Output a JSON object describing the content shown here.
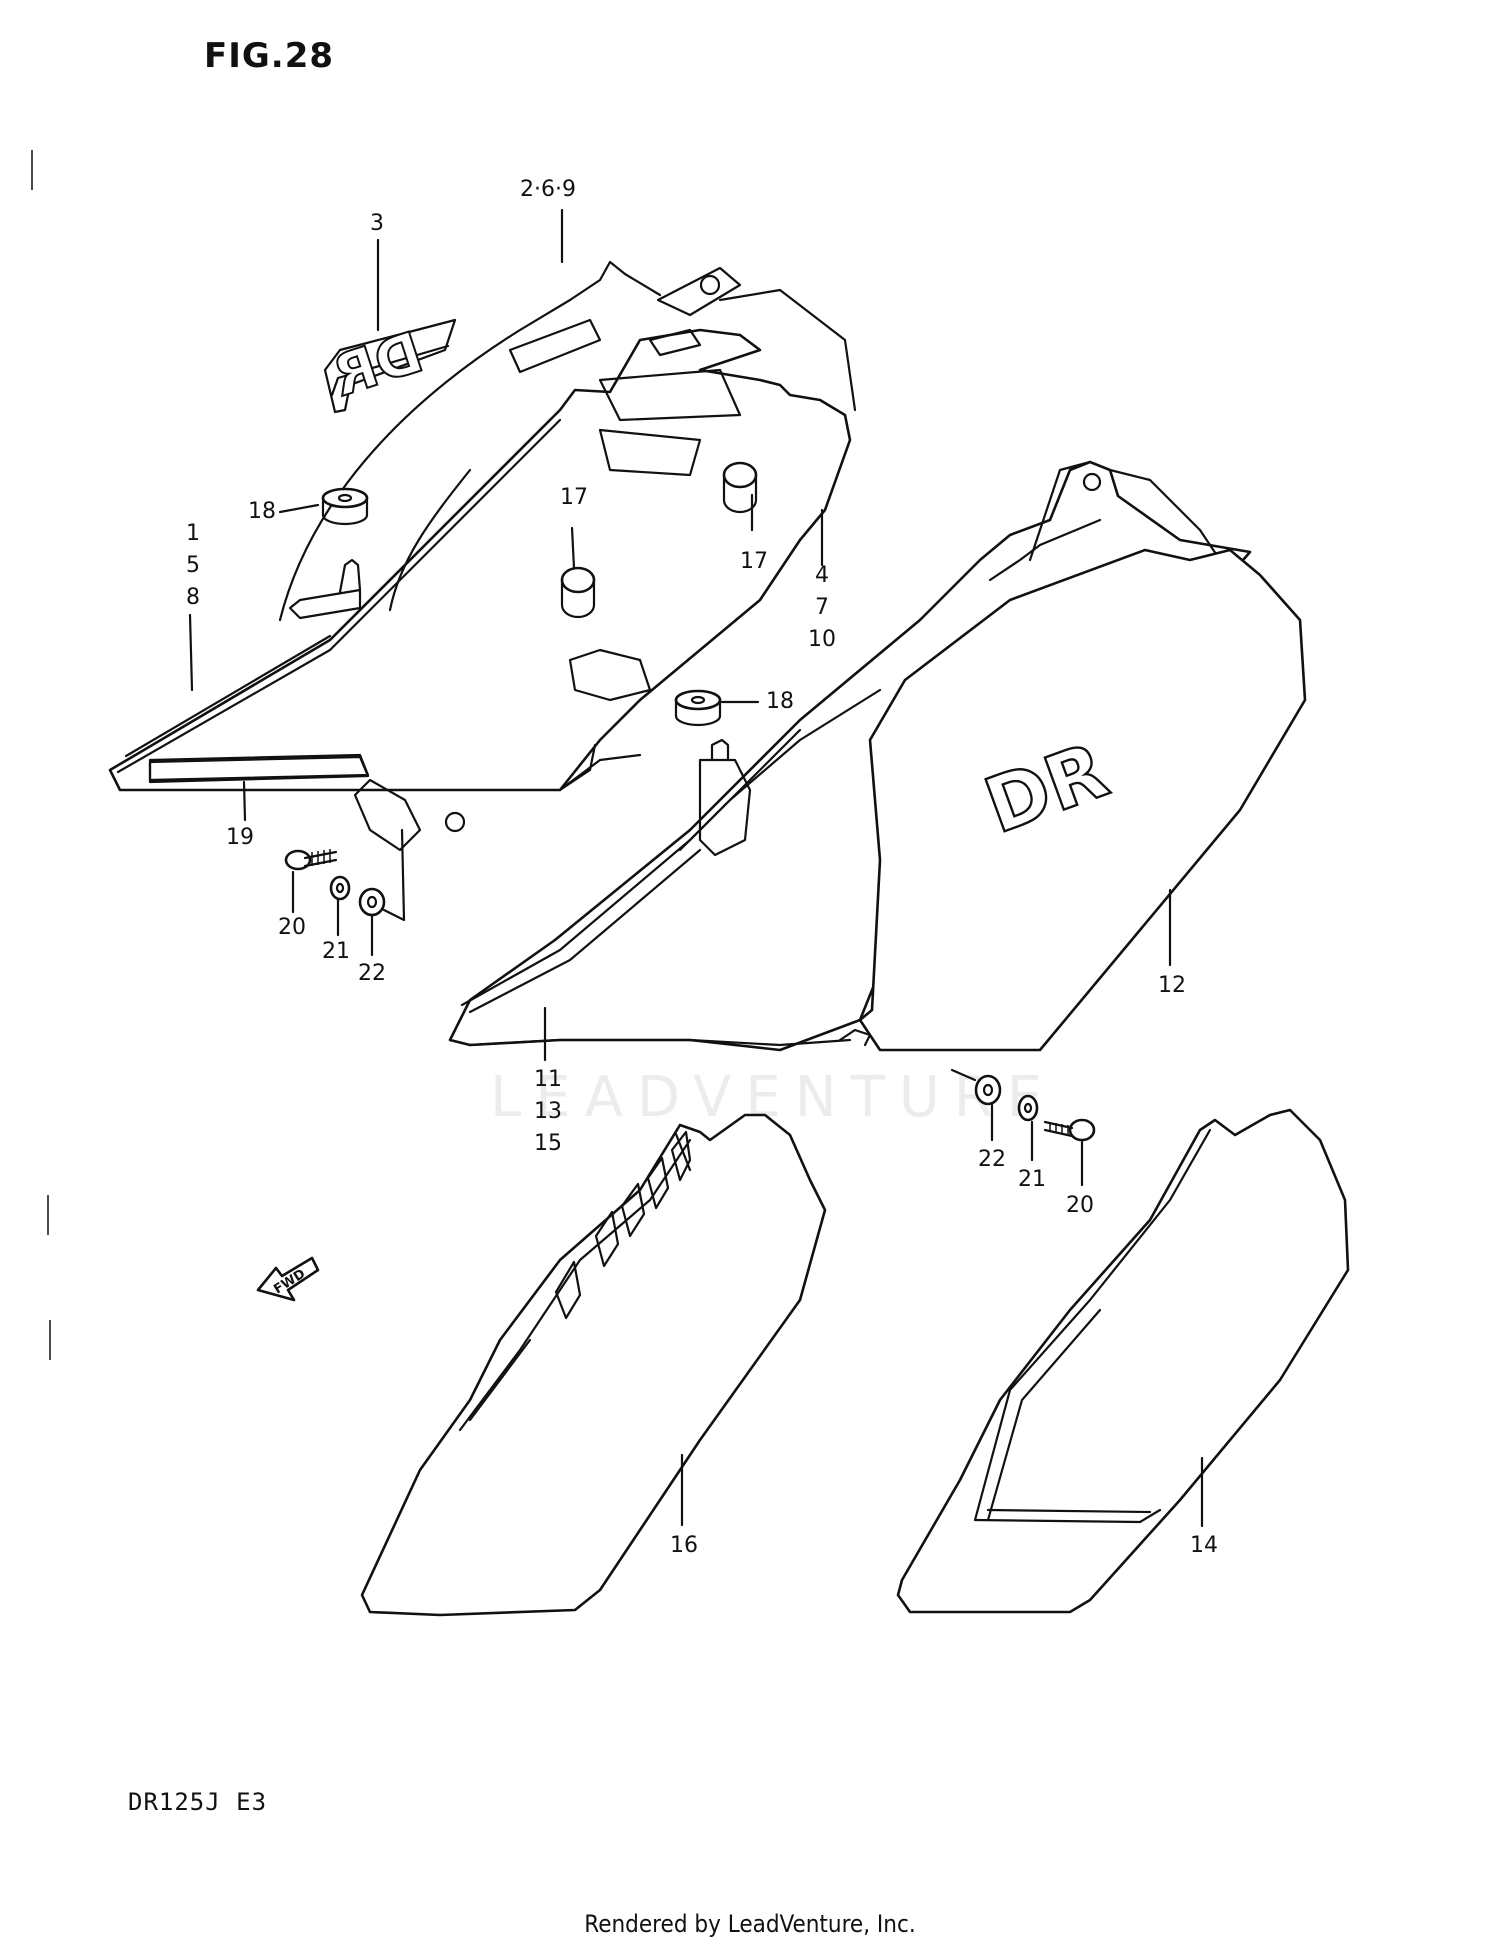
{
  "figure": {
    "number": "FIG.28"
  },
  "model": "DR125J  E3",
  "footer": "Rendered by LeadVenture, Inc.",
  "watermark": "LEADVENTURE",
  "decals": {
    "frame_cover_decal": "DR",
    "side_cover_decal": "DR",
    "fwd_arrow": "FWD"
  },
  "callouts": [
    {
      "id": "c-269",
      "text": "2·6·9"
    },
    {
      "id": "c-3",
      "text": "3"
    },
    {
      "id": "c-1",
      "text": "1"
    },
    {
      "id": "c-5",
      "text": "5"
    },
    {
      "id": "c-8",
      "text": "8"
    },
    {
      "id": "c-18a",
      "text": "18"
    },
    {
      "id": "c-17a",
      "text": "17"
    },
    {
      "id": "c-17b",
      "text": "17"
    },
    {
      "id": "c-4",
      "text": "4"
    },
    {
      "id": "c-7",
      "text": "7"
    },
    {
      "id": "c-10",
      "text": "10"
    },
    {
      "id": "c-18b",
      "text": "18"
    },
    {
      "id": "c-19",
      "text": "19"
    },
    {
      "id": "c-20a",
      "text": "20"
    },
    {
      "id": "c-21a",
      "text": "21"
    },
    {
      "id": "c-22a",
      "text": "22"
    },
    {
      "id": "c-11",
      "text": "11"
    },
    {
      "id": "c-13",
      "text": "13"
    },
    {
      "id": "c-15",
      "text": "15"
    },
    {
      "id": "c-12",
      "text": "12"
    },
    {
      "id": "c-22b",
      "text": "22"
    },
    {
      "id": "c-21b",
      "text": "21"
    },
    {
      "id": "c-20b",
      "text": "20"
    },
    {
      "id": "c-16",
      "text": "16"
    },
    {
      "id": "c-14",
      "text": "14"
    }
  ]
}
